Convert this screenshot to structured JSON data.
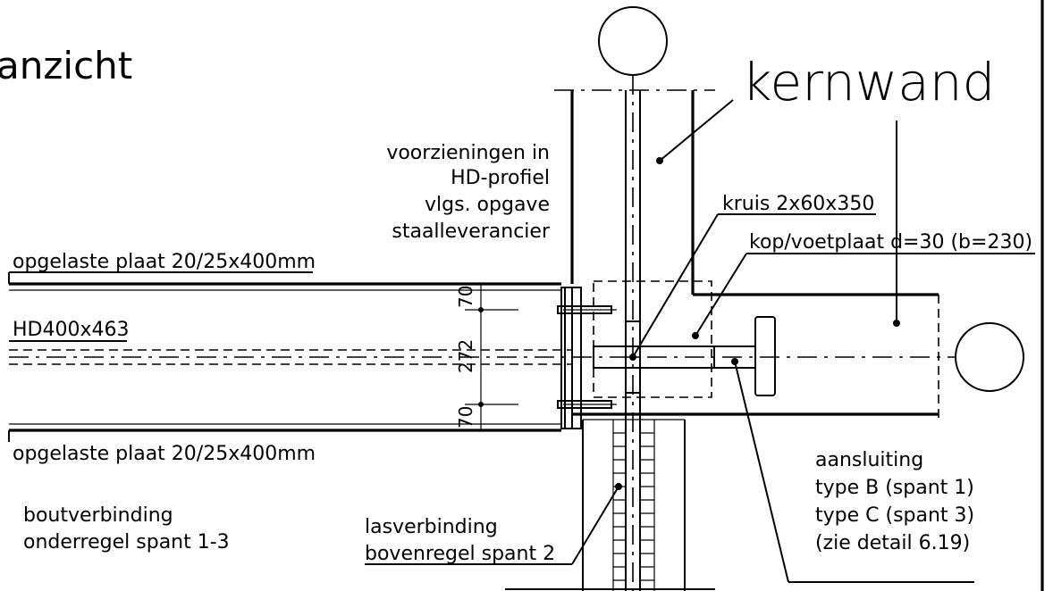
{
  "title": "anzicht",
  "core_wall_label": "kernwand",
  "labels": {
    "provisions": [
      "voorzieningen in",
      "HD-profiel",
      "vlgs. opgave",
      "staalleverancier"
    ],
    "cross": "kruis 2x60x350",
    "head_plate": "kop/voetplaat d=30 (b=230)",
    "plate_top": "opgelaste plaat 20/25x400mm",
    "profile": "HD400x463",
    "plate_bottom": "opgelaste plaat 20/25x400mm",
    "connection": [
      "aansluiting",
      "type B (spant 1)",
      "type C (spant 3)",
      "(zie detail 6.19)"
    ],
    "bolt_connection": [
      "boutverbinding",
      "onderregel spant 1-3"
    ],
    "weld_connection": [
      "lasverbinding",
      "bovenregel spant 2"
    ]
  },
  "dimensions": {
    "top": "70",
    "middle": "272",
    "bottom": "70"
  }
}
